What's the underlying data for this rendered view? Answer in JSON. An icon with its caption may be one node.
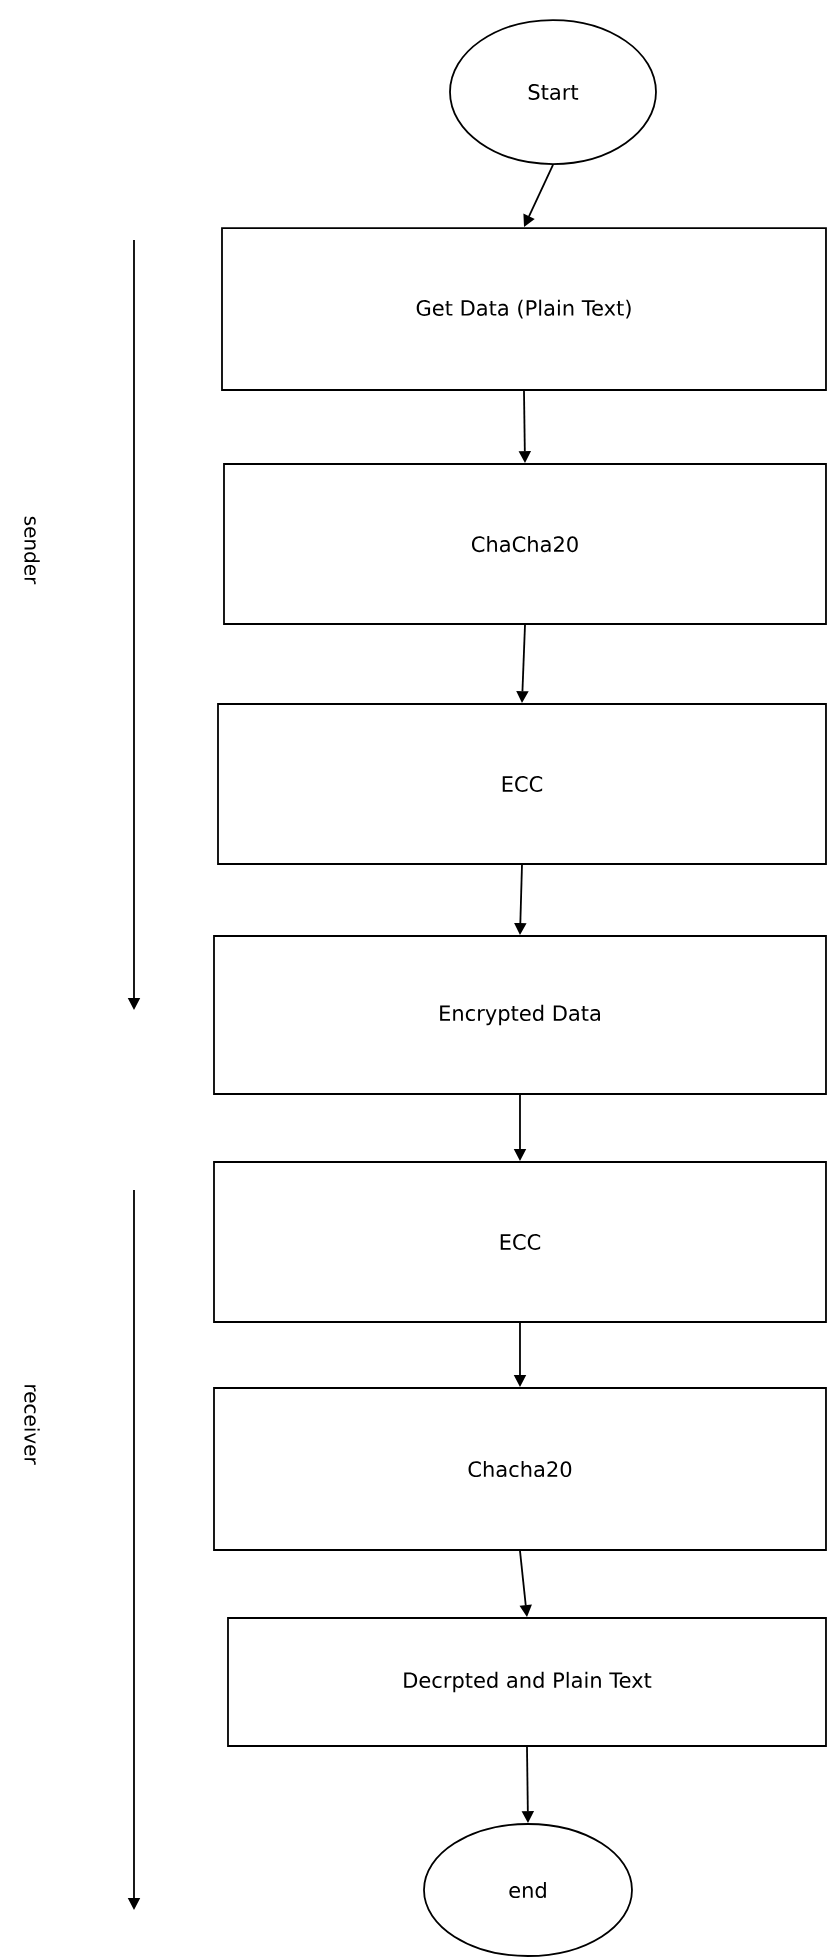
{
  "diagram": {
    "nodes": [
      {
        "text": [
          "Start"
        ]
      },
      {
        "text": [
          "Get Data (Plain Text)"
        ]
      },
      {
        "text": [
          "ChaCha20"
        ]
      },
      {
        "text": [
          "ECC"
        ]
      },
      {
        "text": [
          "Encrypted Data"
        ]
      },
      {
        "text": [
          "ECC"
        ]
      },
      {
        "text": [
          "Chacha20"
        ]
      },
      {
        "text": [
          "Decrpted and Plain Text"
        ]
      },
      {
        "text": [
          "end"
        ]
      }
    ],
    "edges": [
      {
        "from": 0,
        "to": 1,
        "arrow": "to"
      },
      {
        "from": 1,
        "to": 2,
        "arrow": "to"
      },
      {
        "from": 2,
        "to": 3,
        "arrow": "to"
      },
      {
        "from": 3,
        "to": 4,
        "arrow": "to"
      },
      {
        "from": 4,
        "to": 5,
        "arrow": "to"
      },
      {
        "from": 5,
        "to": 6,
        "arrow": "to"
      },
      {
        "from": 6,
        "to": 7,
        "arrow": "to"
      },
      {
        "from": 7,
        "to": 8,
        "arrow": "to"
      }
    ],
    "labels": [
      "sender",
      "receiver"
    ]
  }
}
